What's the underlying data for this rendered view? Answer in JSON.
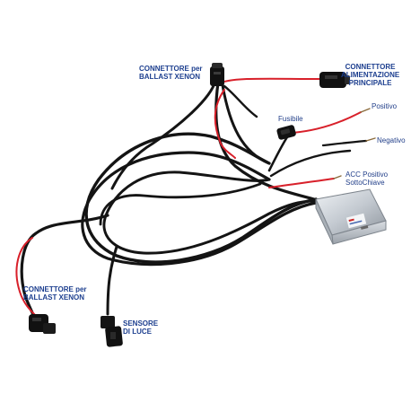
{
  "labels": {
    "connettore_top": {
      "line1": "CONNETTORE per",
      "line2": "BALLAST XENON"
    },
    "connettore_alim": {
      "line1": "CONNETTORE",
      "line2": "ALIMENTAZIONE",
      "line3": "PRINCIPALE"
    },
    "positivo": "Positivo",
    "fusibile": "Fusibile",
    "negativo": "Negativo",
    "acc": {
      "line1": "ACC Positivo",
      "line2": "SottoChiave"
    },
    "connettore_left": {
      "line1": "CONNETTORE per",
      "line2": "BALLAST XENON"
    },
    "sensore": {
      "line1": "SENSORE",
      "line2": "DI LUCE"
    }
  },
  "colors": {
    "label_text": "#1d3f8f",
    "black_cable": "#141414",
    "red_wire": "#d8202a",
    "relay_box": "#c9ced4",
    "background": "#ffffff"
  }
}
